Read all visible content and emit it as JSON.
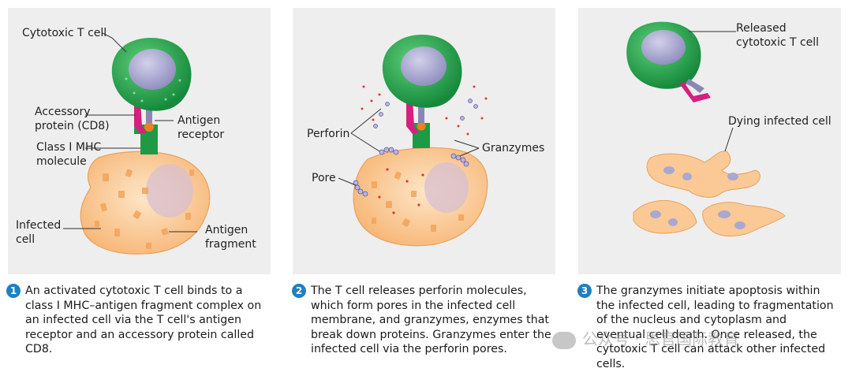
{
  "panels": [
    {
      "labels": {
        "tcell": "Cytotoxic T cell",
        "accessory1": "Accessory",
        "accessory2": "protein (CD8)",
        "antigen_receptor1": "Antigen",
        "antigen_receptor2": "receptor",
        "mhc1": "Class Ⅰ MHC",
        "mhc2": "molecule",
        "infected1": "Infected",
        "infected2": "cell",
        "fragment1": "Antigen",
        "fragment2": "fragment"
      },
      "caption": {
        "number": "1",
        "text": "An activated cytotoxic T cell binds to a class Ⅰ MHC–antigen fragment complex on an infected cell via the T cell's antigen receptor and an accessory protein called CD8."
      }
    },
    {
      "labels": {
        "perforin": "Perforin",
        "granzymes": "Granzymes",
        "pore": "Pore"
      },
      "caption": {
        "number": "2",
        "text": "The T cell releases perforin molecules, which form pores in the infected cell membrane, and granzymes, enzymes that break down proteins. Granzymes enter the infected cell via the perforin pores."
      }
    },
    {
      "labels": {
        "released1": "Released",
        "released2": "cytotoxic T cell",
        "dying": "Dying infected cell"
      },
      "caption": {
        "number": "3",
        "text": "The granzymes initiate apoptosis within the infected cell, leading to fragmentation of the nucleus and cytoplasm and eventual cell death. Once released, the cytotoxic T cell can attack other infected cells."
      }
    }
  ],
  "watermark": "公众号 · 思官国际教育",
  "colors": {
    "panel_bg": "#eeeeee",
    "tcell_green": "#2eaa4f",
    "tcell_nucleus": "#a9a8cf",
    "infected_cell": "#fbc996",
    "receptor_purple": "#8b86b8",
    "cd8_magenta": "#d4207e",
    "mhc_green": "#1e9a45",
    "antigen_orange": "#f08020",
    "badge_blue": "#1f7fc1"
  }
}
